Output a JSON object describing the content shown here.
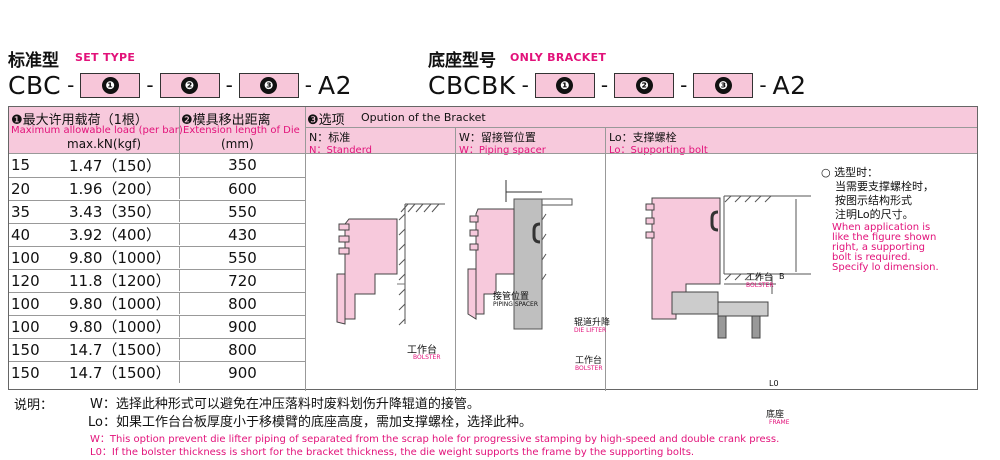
{
  "set_type": {
    "title_cn": "标准型",
    "title_en": "SET TYPE",
    "code_prefix": "CBC",
    "code_suffix": "A2",
    "slots": [
      "❶",
      "❷",
      "❸"
    ]
  },
  "bracket": {
    "title_cn": "底座型号",
    "title_en": "ONLY BRACKET",
    "code_prefix": "CBCBK",
    "code_suffix": "A2",
    "slots": [
      "❶",
      "❷",
      "❸"
    ]
  },
  "dash": "-",
  "table": {
    "col1_title": "❶最大许用载荷（1根）",
    "col1_en": "Maximum allowable load (per bar).",
    "col1_unit": "max.kN(kgf)",
    "col2_title": "❷模具移出距离",
    "col2_en": "Extension length of Die",
    "col2_unit": "(mm)",
    "col3_title": "❸选项",
    "col3_en": "Opution of the Bracket",
    "options": [
      {
        "code_cn": "N：标准",
        "code_en": "N：Standerd"
      },
      {
        "code_cn": "W：留接管位置",
        "code_en": "W：Piping spacer"
      },
      {
        "code_cn": "Lo：支撑螺栓",
        "code_en": "Lo：Supporting bolt"
      }
    ],
    "rows": [
      {
        "size": "15",
        "load": "1.47（150）",
        "ext": "350"
      },
      {
        "size": "20",
        "load": "1.96（200）",
        "ext": "600"
      },
      {
        "size": "35",
        "load": "3.43（350）",
        "ext": "550"
      },
      {
        "size": "40",
        "load": "3.92（400）",
        "ext": "430"
      },
      {
        "size": "100",
        "load": "9.80（1000）",
        "ext": "550"
      },
      {
        "size": "120",
        "load": "11.8（1200）",
        "ext": "720"
      },
      {
        "size": "100",
        "load": "9.80（1000）",
        "ext": "800"
      },
      {
        "size": "100",
        "load": "9.80（1000）",
        "ext": "900"
      },
      {
        "size": "150",
        "load": "14.7（1500）",
        "ext": "800"
      },
      {
        "size": "150",
        "load": "14.7（1500）",
        "ext": "900"
      }
    ]
  },
  "diagrams": {
    "n_bolster_cn": "工作台",
    "n_bolster_en": "BOLSTER",
    "w_piping_cn": "接管位置",
    "w_piping_en": "PIPING SPACER",
    "w_lifter_cn": "辊道升降",
    "w_lifter_en": "DIE LIFTER",
    "w_bolster_cn": "工作台",
    "w_bolster_en": "BOLSTER",
    "lo_bolster_cn": "工作台",
    "lo_bolster_en": "BOLSTER",
    "lo_frame_cn": "底座",
    "lo_frame_en": "FRAME",
    "lo_label": "L0",
    "lo_b": "B",
    "selection_title": "○ 选型时：",
    "selection_cn_1": "当需要支撑螺栓时，",
    "selection_cn_2": "按图示结构形式",
    "selection_cn_3": "注明Lo的尺寸。",
    "selection_en_1": "When application is",
    "selection_en_2": "like the figure shown",
    "selection_en_3": "right, a supporting",
    "selection_en_4": "bolt is required.",
    "selection_en_5": "Specify lo dimension."
  },
  "notes": {
    "label": "说明：",
    "w_line": "W：选择此种形式可以避免在冲压落料时废料划伤升降辊道的接管。",
    "lo_line": "Lo：如果工作台台板厚度小于移模臂的底座高度，需加支撑螺栓，选择此种。",
    "w_en": "W：This option prevent die lifter piping of separated from the scrap hole for progressive stamping by high-speed and double crank press.",
    "lo_en": "L0：If the bolster thickness is short for the bracket thickness, the die weight supports the frame by the supporting bolts."
  },
  "colors": {
    "accent_pink": "#e2127a",
    "header_bg": "#f7c9dc",
    "slot_bg": "#f7c6d9"
  }
}
